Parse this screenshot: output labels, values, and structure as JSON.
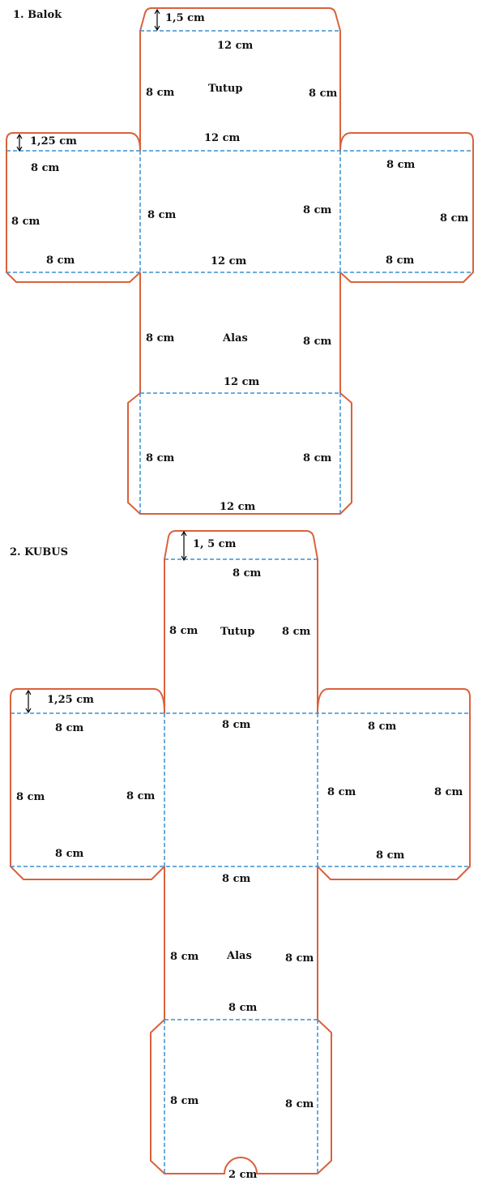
{
  "balok": {
    "heading": "1. Balok",
    "flap_top": "1,5 cm",
    "flap_side": "1,25 cm",
    "tutup": "Tutup",
    "alas": "Alas",
    "top_width": "12 cm",
    "top_left_h": "8 cm",
    "top_right_h": "8 cm",
    "mid_top": "12 cm",
    "left_top": "8 cm",
    "left_h": "8 cm",
    "left_bottom": "8 cm",
    "center_left_h": "8 cm",
    "center_right_h": "8 cm",
    "right_top": "8 cm",
    "right_h": "8 cm",
    "right_bottom": "8 cm",
    "mid_bottom": "12 cm",
    "alas_left_h": "8 cm",
    "alas_right_h": "8 cm",
    "alas_bottom": "12 cm",
    "back_left_h": "8 cm",
    "back_right_h": "8 cm",
    "back_bottom": "12 cm"
  },
  "kubus": {
    "heading": "2. KUBUS",
    "flap_top": "1, 5 cm",
    "flap_side": "1,25 cm",
    "tutup": "Tutup",
    "alas": "Alas",
    "top_width": "8 cm",
    "top_left_h": "8 cm",
    "top_right_h": "8 cm",
    "mid_top": "8 cm",
    "left_top": "8 cm",
    "left_h": "8 cm",
    "left_inner_h": "8 cm",
    "left_bottom": "8 cm",
    "right_top": "8 cm",
    "right_inner_h": "8 cm",
    "right_h": "8 cm",
    "right_bottom": "8 cm",
    "mid_bottom": "8 cm",
    "alas_left_h": "8 cm",
    "alas_right_h": "8 cm",
    "alas_bottom": "8 cm",
    "back_left_h": "8 cm",
    "back_right_h": "8 cm",
    "notch": "2 cm"
  },
  "colors": {
    "cut_line": "#d9623b",
    "fold_line": "#3a8fd1",
    "text": "#111111"
  }
}
